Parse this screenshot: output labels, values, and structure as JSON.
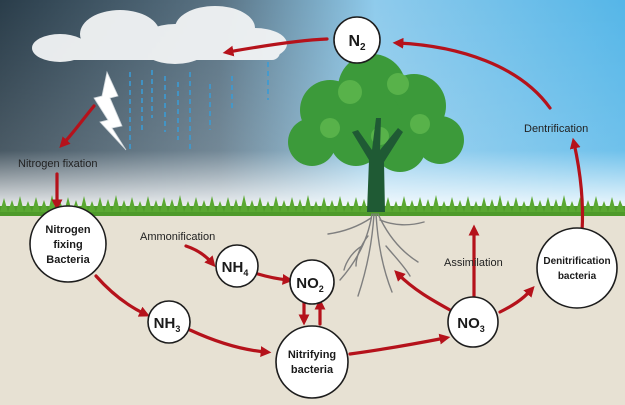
{
  "labels": {
    "nitrogen_fixation": "Nitrogen fixation",
    "ammonification": "Ammonification",
    "assimilation": "Assimilation",
    "dentrification": "Dentrification"
  },
  "nodes": {
    "n2": {
      "main": "N",
      "sub": "2"
    },
    "fixing_bacteria": {
      "line1": "Nitrogen",
      "line2": "fixing",
      "line3": "Bacteria"
    },
    "nh4": {
      "main": "NH",
      "sub": "4"
    },
    "no2": {
      "main": "NO",
      "sub": "2"
    },
    "nh3": {
      "main": "NH",
      "sub": "3"
    },
    "no3": {
      "main": "NO",
      "sub": "3"
    },
    "nitrifying_bacteria": {
      "line1": "Nitrifying",
      "line2": "bacteria"
    },
    "denitrification_bacteria": {
      "line1": "Denitrification",
      "line2": "bacteria"
    }
  },
  "colors": {
    "arrow": "#b5121b",
    "soil": "#e7e1d3",
    "grass": "#4e9a2a",
    "sky_top": "#55b6e8",
    "sky_dark": "#2a3d4a",
    "tree_leaf": "#3c9a3a",
    "trunk": "#1f5a34",
    "roots": "#7f7f7f",
    "rain": "#3b9bd4"
  },
  "icons": [
    "cloud-icon",
    "lightning-icon",
    "rain-icon",
    "tree-icon",
    "roots-icon",
    "grass-icon"
  ]
}
